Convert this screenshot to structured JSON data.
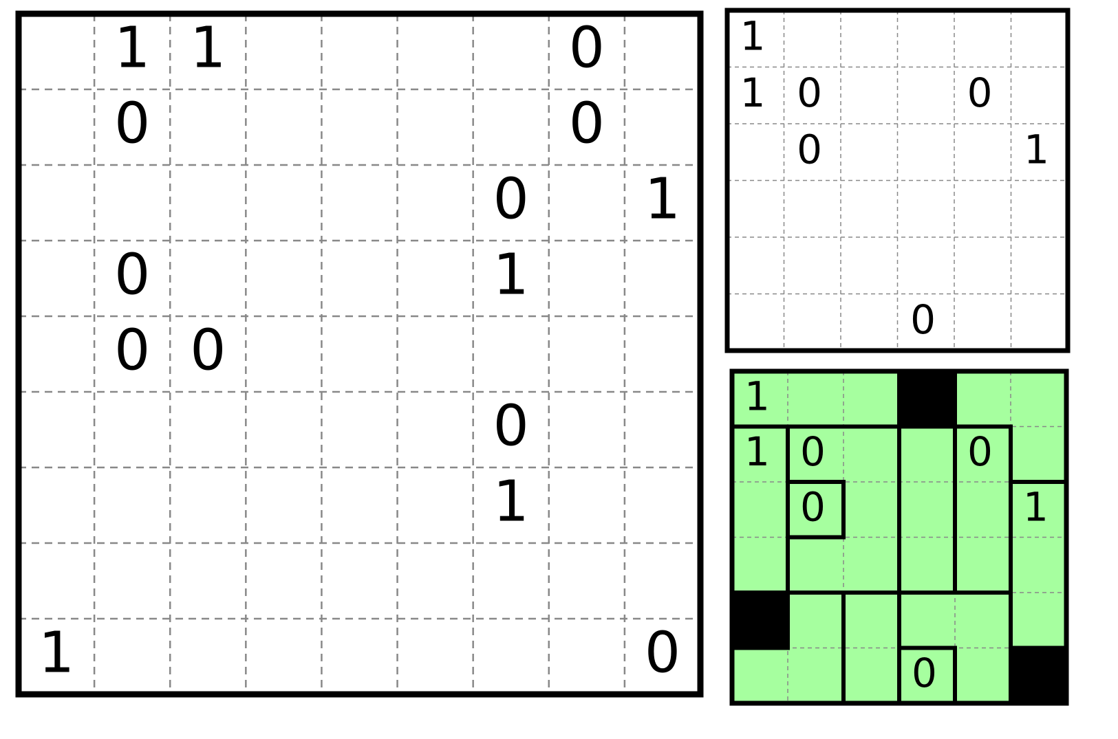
{
  "colors": {
    "border": "#000000",
    "grid_dash": "#888888",
    "fill_green": "#a6ff9f",
    "shaded": "#000000",
    "background": "#ffffff"
  },
  "main_puzzle": {
    "rows": 9,
    "cols": 9,
    "clues": [
      {
        "r": 0,
        "c": 1,
        "v": "1"
      },
      {
        "r": 0,
        "c": 2,
        "v": "1"
      },
      {
        "r": 0,
        "c": 7,
        "v": "0"
      },
      {
        "r": 1,
        "c": 1,
        "v": "0"
      },
      {
        "r": 1,
        "c": 7,
        "v": "0"
      },
      {
        "r": 2,
        "c": 6,
        "v": "0"
      },
      {
        "r": 2,
        "c": 8,
        "v": "1"
      },
      {
        "r": 3,
        "c": 1,
        "v": "0"
      },
      {
        "r": 3,
        "c": 6,
        "v": "1"
      },
      {
        "r": 4,
        "c": 1,
        "v": "0"
      },
      {
        "r": 4,
        "c": 2,
        "v": "0"
      },
      {
        "r": 5,
        "c": 6,
        "v": "0"
      },
      {
        "r": 6,
        "c": 6,
        "v": "1"
      },
      {
        "r": 8,
        "c": 0,
        "v": "1"
      },
      {
        "r": 8,
        "c": 8,
        "v": "0"
      }
    ]
  },
  "example_puzzle": {
    "rows": 6,
    "cols": 6,
    "clues": [
      {
        "r": 0,
        "c": 0,
        "v": "1"
      },
      {
        "r": 1,
        "c": 0,
        "v": "1"
      },
      {
        "r": 1,
        "c": 1,
        "v": "0"
      },
      {
        "r": 1,
        "c": 4,
        "v": "0"
      },
      {
        "r": 2,
        "c": 1,
        "v": "0"
      },
      {
        "r": 2,
        "c": 5,
        "v": "1"
      },
      {
        "r": 5,
        "c": 3,
        "v": "0"
      }
    ]
  },
  "example_solution": {
    "rows": 6,
    "cols": 6,
    "shaded": [
      {
        "r": 0,
        "c": 3
      },
      {
        "r": 4,
        "c": 0
      },
      {
        "r": 5,
        "c": 5
      }
    ],
    "regions": [
      [
        0,
        0,
        0,
        -1,
        1,
        1
      ],
      [
        2,
        3,
        3,
        4,
        5,
        1
      ],
      [
        2,
        6,
        3,
        4,
        5,
        7
      ],
      [
        2,
        3,
        3,
        4,
        5,
        7
      ],
      [
        -1,
        8,
        9,
        10,
        10,
        7
      ],
      [
        8,
        8,
        9,
        11,
        10,
        -1
      ]
    ],
    "clues": [
      {
        "r": 0,
        "c": 0,
        "v": "1"
      },
      {
        "r": 1,
        "c": 0,
        "v": "1"
      },
      {
        "r": 1,
        "c": 1,
        "v": "0"
      },
      {
        "r": 1,
        "c": 4,
        "v": "0"
      },
      {
        "r": 2,
        "c": 1,
        "v": "0"
      },
      {
        "r": 2,
        "c": 5,
        "v": "1"
      },
      {
        "r": 5,
        "c": 3,
        "v": "0"
      }
    ]
  }
}
